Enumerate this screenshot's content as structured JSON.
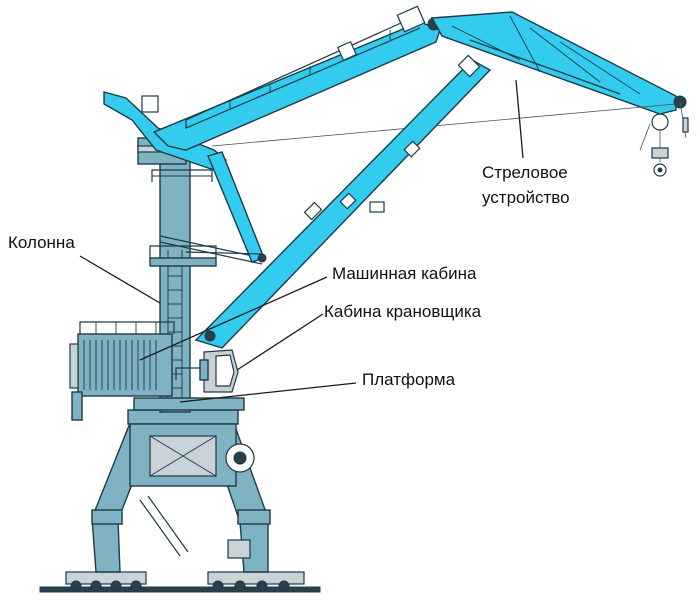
{
  "labels": {
    "boom_line1": "Стреловое",
    "boom_line2": "устройство",
    "column": "Колонна",
    "machine_cabin": "Машинная кабина",
    "operator_cabin": "Кабина крановщика",
    "platform": "Платформа"
  },
  "colors": {
    "boom": "#33ccee",
    "steel": "#7fb2c2",
    "outline": "#1d3b47",
    "label_text": "#111111"
  }
}
